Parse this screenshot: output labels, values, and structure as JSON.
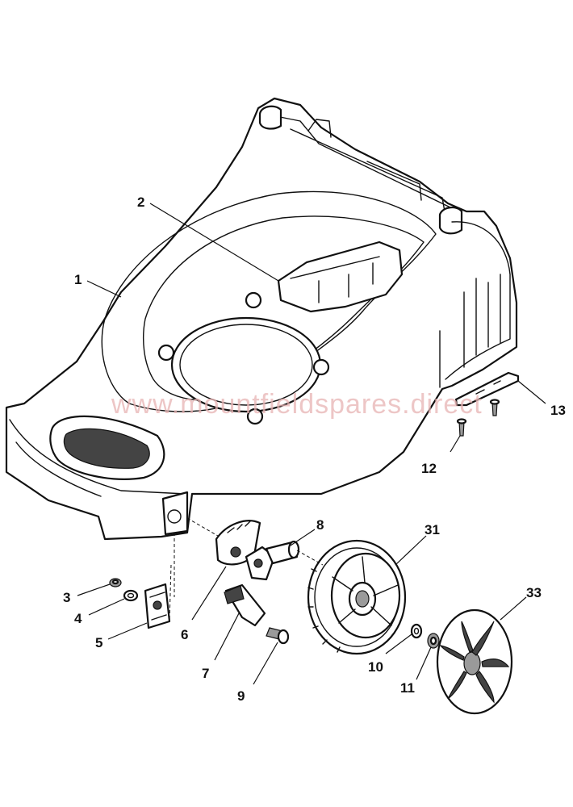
{
  "watermark": "www.mountfieldspares.direct",
  "callouts": {
    "c1": "1",
    "c2": "2",
    "c3": "3",
    "c4": "4",
    "c5": "5",
    "c6": "6",
    "c7": "7",
    "c8": "8",
    "c9": "9",
    "c10": "10",
    "c11": "11",
    "c12": "12",
    "c13": "13",
    "c31": "31",
    "c33": "33"
  },
  "colors": {
    "line": "#111111",
    "shading": "#9a9a9a",
    "watermark": "#e8b4b4"
  }
}
